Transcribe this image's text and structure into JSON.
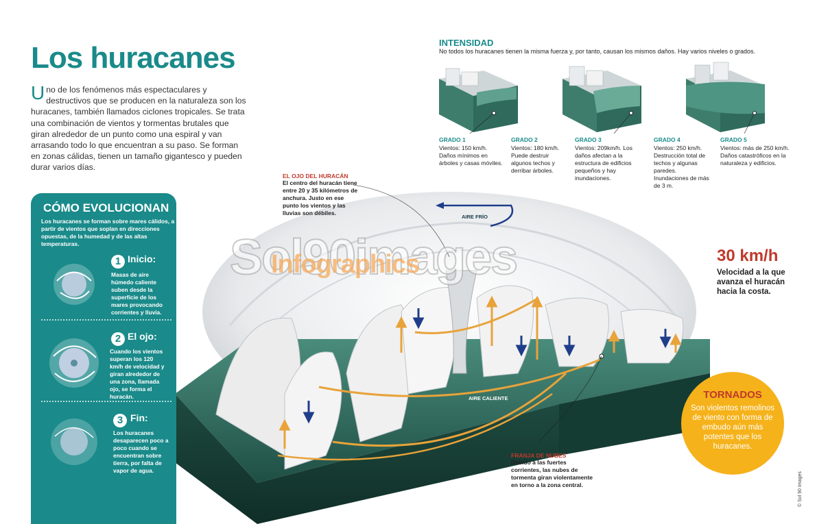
{
  "title": "Los huracanes",
  "intro": {
    "initial": "U",
    "text": "no de los fenómenos más espectaculares y destructivos que se producen en la naturaleza son los huracanes, también llamados ciclones tropicales. Se trata una combinación de vientos y tormentas brutales que giran alrededor de un punto como una espiral y van arrasando todo lo que encuentran a su paso. Se forman en zonas cálidas, tienen un tamaño gigantesco y pueden durar varios días."
  },
  "intensidad": {
    "title": "INTENSIDAD",
    "subtitle": "No todos los huracanes tienen la misma fuerza y, por tanto, causan los mismos daños. Hay varios niveles o grados.",
    "grades": [
      {
        "label": "GRADO 1",
        "text": "Vientos: 150 km/h. Daños mínimos en árboles y casas móviles."
      },
      {
        "label": "GRADO 2",
        "text": "Vientos: 180 km/h. Puede destruir algunos techos y derribar árboles."
      },
      {
        "label": "GRADO 3",
        "text": "Vientos: 209km/h. Los daños afectan a la estructura de edificios pequeños y hay inundaciones."
      },
      {
        "label": "GRADO 4",
        "text": "Vientos: 250 km/h. Destrucción total de techos y algunas paredes. Inundaciones de más de 3 m."
      },
      {
        "label": "GRADO 5",
        "text": "Vientos: más de 250 km/h. Daños catastróficos en la naturaleza y edificios."
      }
    ]
  },
  "evolucion": {
    "title": "CÓMO EVOLUCIONAN",
    "desc": "Los huracanes se forman sobre mares cálidos, a partir de vientos que soplan en direcciones opuestas, de la humedad y de las altas temperaturas.",
    "steps": [
      {
        "num": "1",
        "head": "Inicio:",
        "text": "Masas de aire húmedo caliente suben desde la superficie de los mares provocando corrientes y lluvia."
      },
      {
        "num": "2",
        "head": "El ojo:",
        "text": "Cuando los vientos superan los 120 km/h de velocidad y giran alrededor de una zona, llamada ojo, se forma el huracán."
      },
      {
        "num": "3",
        "head": "Fin:",
        "text": "Los huracanes desaparecen poco a poco cuando se encuentran sobre tierra, por falta de vapor de agua."
      }
    ]
  },
  "ojo": {
    "head": "EL OJO DEL HURACÁN",
    "text": "El centro del huracán tiene entre 20 y 35 kilómetros de anchura. Justo en ese punto los vientos y las lluvias son débiles."
  },
  "labels": {
    "aire_frio": "AIRE FRÍO",
    "aire_caliente": "AIRE CALIENTE"
  },
  "franja": {
    "head": "FRANJA DE NUBES",
    "text": "Debido a las fuertes corrientes, las nubes de tormenta giran violentamente en torno a la zona central."
  },
  "speed": {
    "value": "30 km/h",
    "text": "Velocidad a la que avanza el huracán hacia la costa."
  },
  "tornados": {
    "head": "TORNADOS",
    "text": "Son violentos remolinos de viento con forma de embudo aún más potentes que los huracanes."
  },
  "watermark": {
    "main": "Sol90images",
    "sub": "Infographics"
  },
  "credit": "© Sol 90 Images",
  "colors": {
    "teal": "#1a8a8a",
    "red": "#c0392b",
    "orange": "#f5b21a",
    "sea": "#2e6b5e",
    "arrow_up": "#e8a33a",
    "arrow_down": "#1f3d8a"
  }
}
